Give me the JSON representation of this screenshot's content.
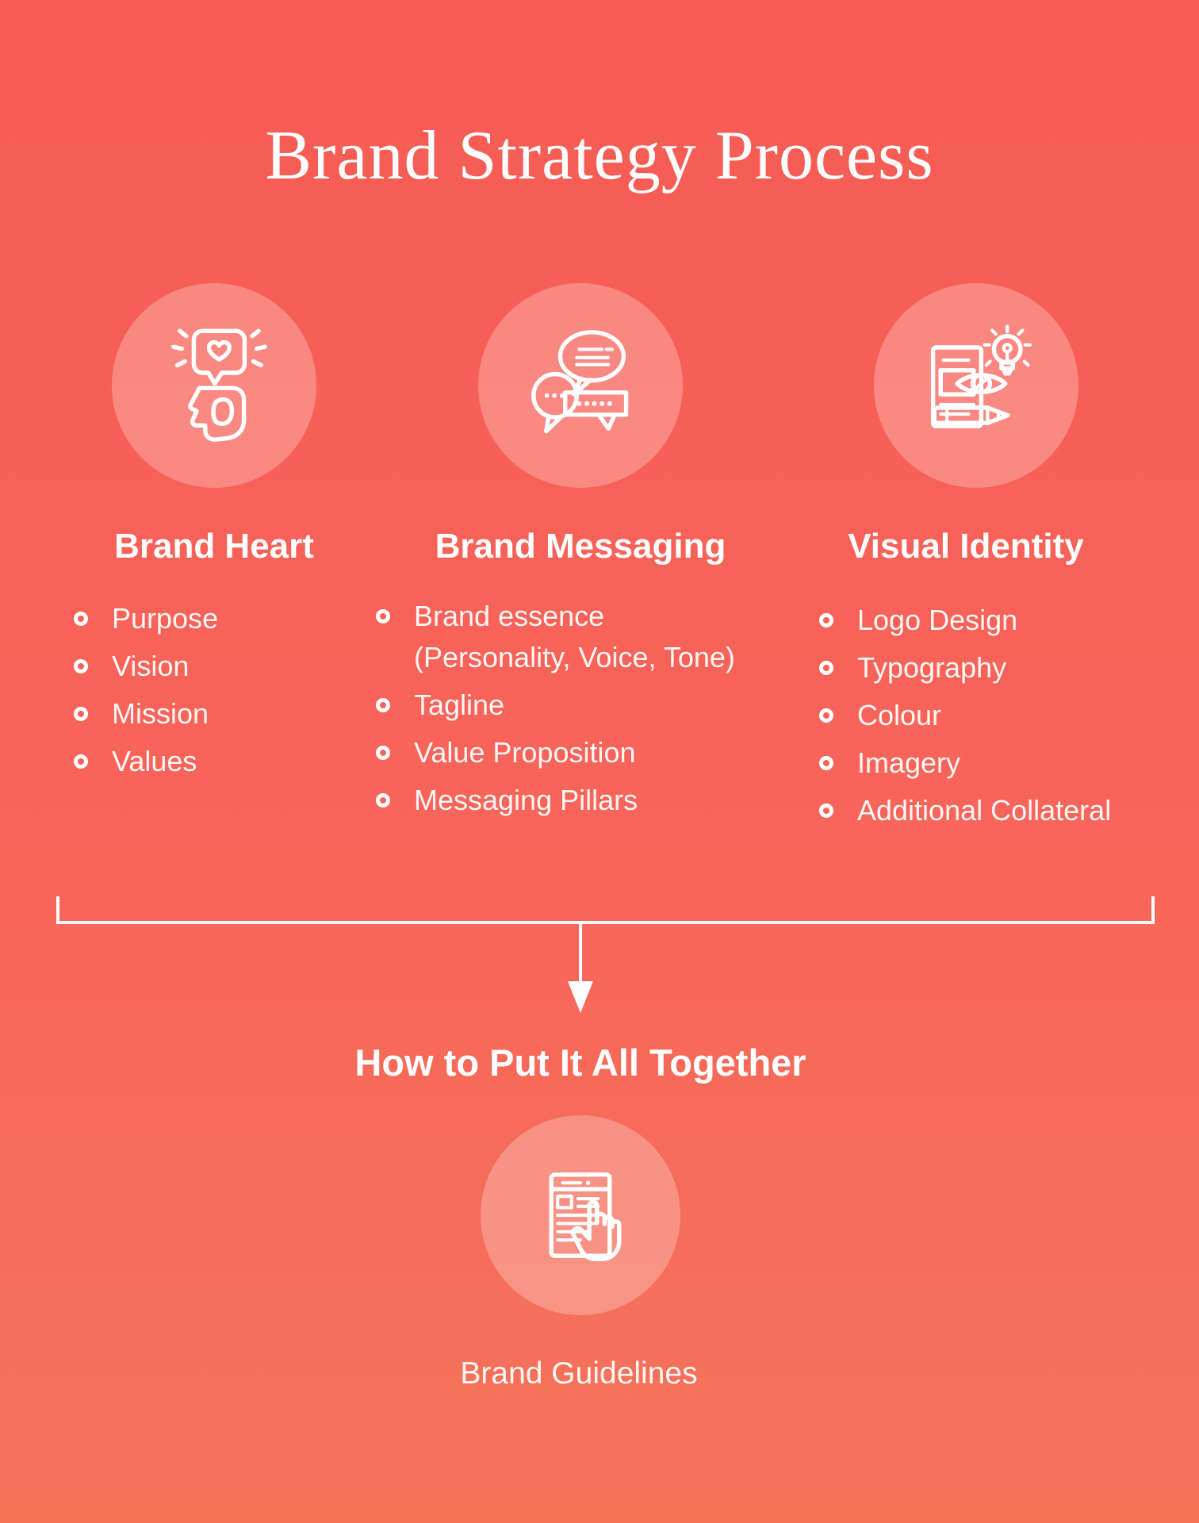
{
  "title": "Brand Strategy Process",
  "columns": [
    {
      "heading": "Brand Heart",
      "icon": "head-with-heart-speech-bubble-icon",
      "items": [
        "Purpose",
        "Vision",
        "Mission",
        "Values"
      ]
    },
    {
      "heading": "Brand Messaging",
      "icon": "speech-bubbles-icon",
      "items": [
        "Brand essence\n(Personality, Voice, Tone)",
        "Tagline",
        "Value Proposition",
        "Messaging Pillars"
      ]
    },
    {
      "heading": "Visual Identity",
      "icon": "document-eye-lightbulb-pencil-icon",
      "items": [
        "Logo Design",
        "Typography",
        "Colour",
        "Imagery",
        "Additional Collateral"
      ]
    }
  ],
  "flow": {
    "heading": "How to Put It All Together",
    "label": "Brand Guidelines",
    "icon": "document-pointing-hand-icon"
  },
  "colors": {
    "background_top": "#F65B54",
    "background_bottom": "#F4745A",
    "circle_fill": "rgba(255,255,255,0.26)",
    "text": "#FFFFFF"
  }
}
